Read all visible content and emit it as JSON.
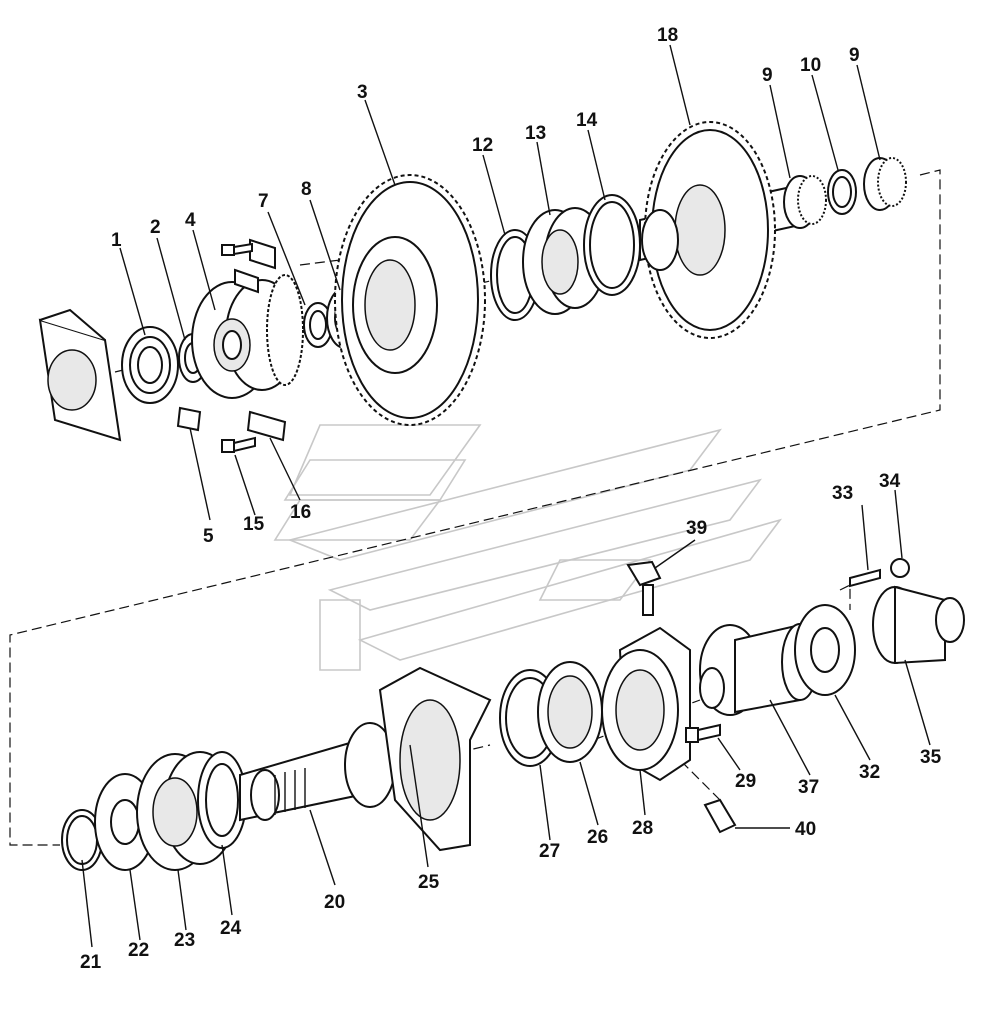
{
  "diagram": {
    "callouts": [
      "1",
      "2",
      "3",
      "4",
      "5",
      "7",
      "8",
      "9",
      "10",
      "12",
      "13",
      "14",
      "15",
      "16",
      "18",
      "20",
      "21",
      "22",
      "23",
      "24",
      "25",
      "26",
      "27",
      "28",
      "29",
      "32",
      "33",
      "34",
      "35",
      "37",
      "39",
      "40"
    ]
  }
}
